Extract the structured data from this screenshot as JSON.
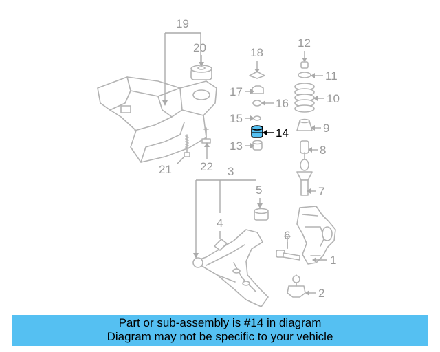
{
  "diagram": {
    "labels": {
      "p1": "1",
      "p2": "2",
      "p3": "3",
      "p4": "4",
      "p5": "5",
      "p6": "6",
      "p7": "7",
      "p8": "8",
      "p9": "9",
      "p10": "10",
      "p11": "11",
      "p12": "12",
      "p13": "13",
      "p14": "14",
      "p15": "15",
      "p16": "16",
      "p17": "17",
      "p18": "18",
      "p19": "19",
      "p20": "20",
      "p21": "21",
      "p22": "22"
    },
    "highlighted_part": "14",
    "colors": {
      "line": "#b3b3b3",
      "label": "#9a9a9a",
      "highlight_fill": "#55c0f2",
      "banner": "#55c0f2"
    }
  },
  "banner": {
    "line1": "Part or sub-assembly is #14 in diagram",
    "line2": "Diagram may not be specific to your vehicle"
  }
}
